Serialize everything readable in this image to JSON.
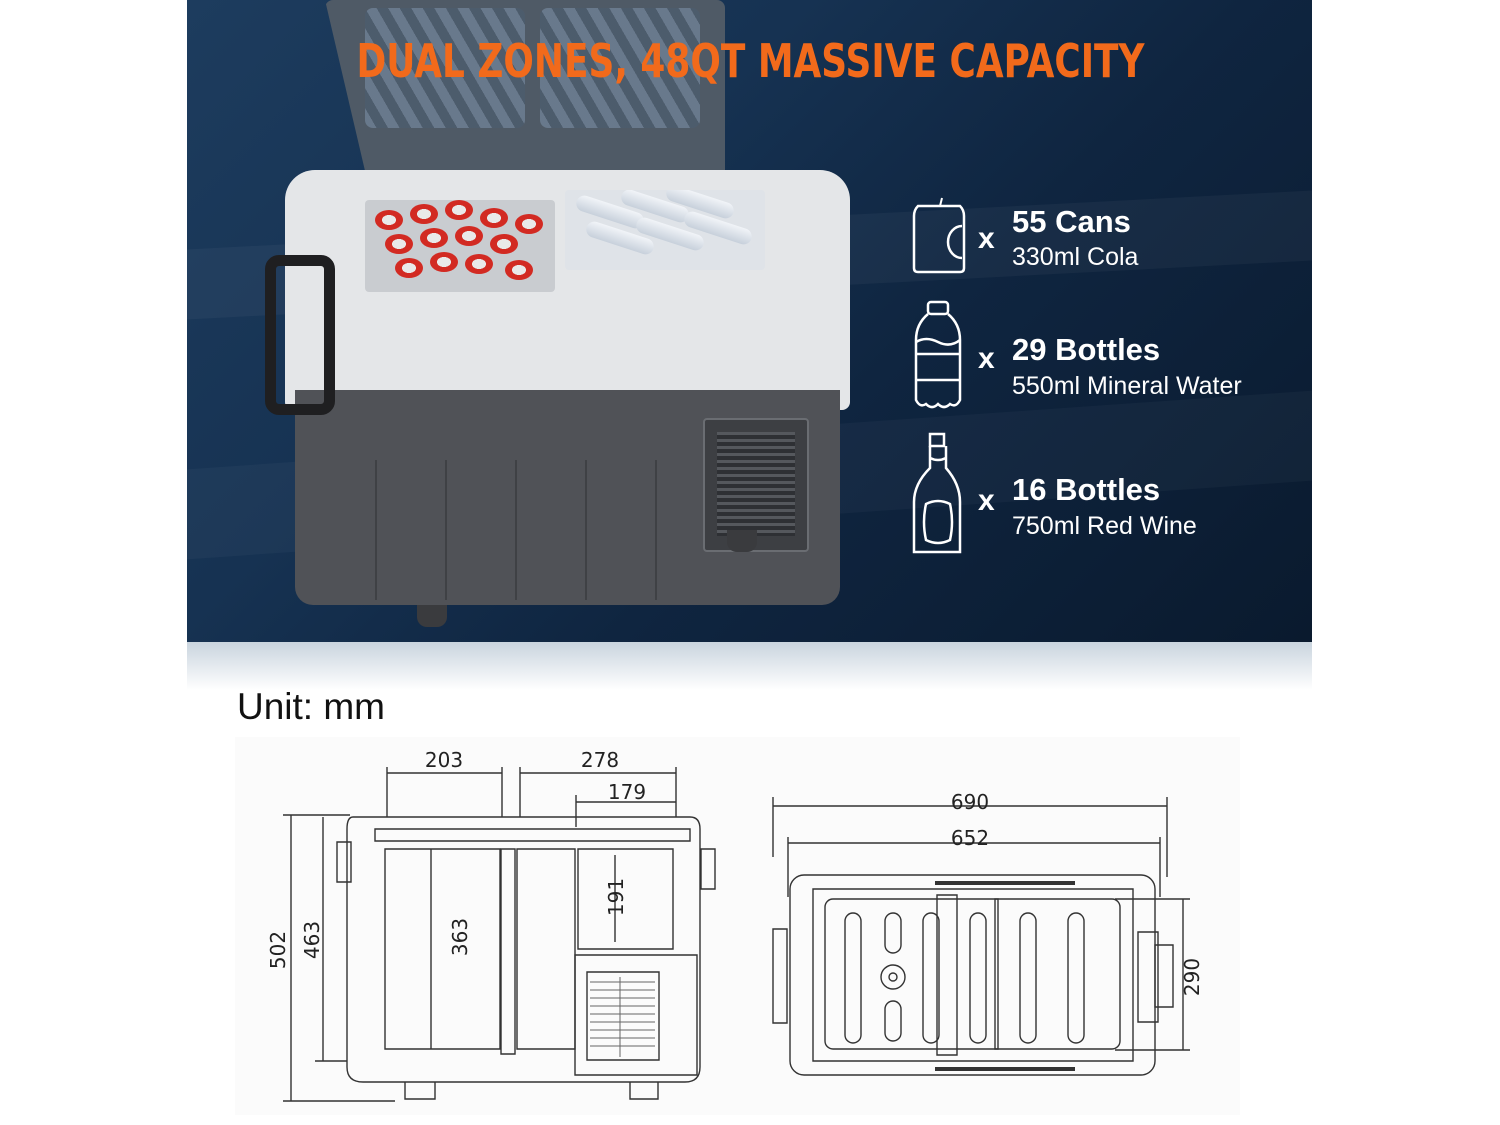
{
  "banner": {
    "title": "DUAL ZONES, 48QT MASSIVE CAPACITY",
    "title_color": "#f26a1b",
    "background_color": "#12294a"
  },
  "capacity": [
    {
      "icon": "soda-can-icon",
      "multiplier": "x",
      "count": "55 Cans",
      "description": "330ml Cola"
    },
    {
      "icon": "water-bottle-icon",
      "multiplier": "x",
      "count": "29 Bottles",
      "description": "550ml Mineral Water"
    },
    {
      "icon": "wine-bottle-icon",
      "multiplier": "x",
      "count": "16 Bottles",
      "description": "750ml Red Wine"
    }
  ],
  "dimensions": {
    "unit_label": "Unit: mm",
    "front_view": {
      "width_left_zone": "203",
      "width_right_zone": "278",
      "width_right_upper": "179",
      "height_total": "502",
      "height_body": "463",
      "depth_left_zone": "363",
      "depth_right_zone": "191"
    },
    "top_view": {
      "length_overall": "690",
      "length_body": "652",
      "width": "290"
    }
  }
}
